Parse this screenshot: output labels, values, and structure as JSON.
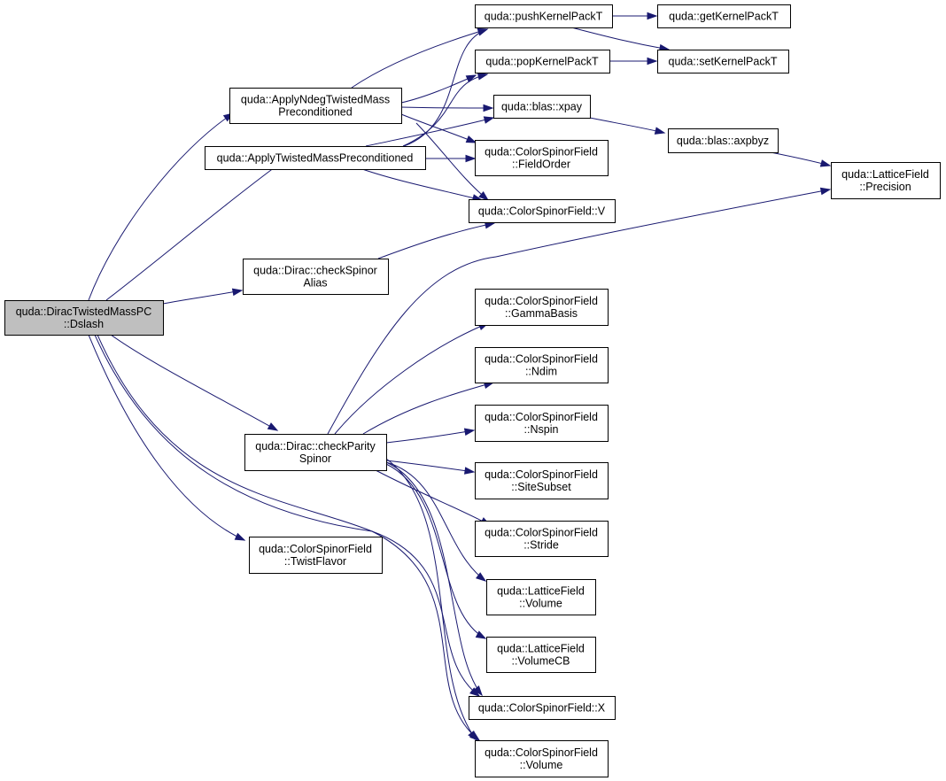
{
  "root": "dslash",
  "nodes": {
    "dslash": [
      "quda::DiracTwistedMassPC",
      "::Dslash"
    ],
    "ndeg": [
      "quda::ApplyNdegTwistedMass",
      "Preconditioned"
    ],
    "tmpc": [
      "quda::ApplyTwistedMassPreconditioned"
    ],
    "alias": [
      "quda::Dirac::checkSpinor",
      "Alias"
    ],
    "parity": [
      "quda::Dirac::checkParity",
      "Spinor"
    ],
    "twist": [
      "quda::ColorSpinorField",
      "::TwistFlavor"
    ],
    "push": [
      "quda::pushKernelPackT"
    ],
    "pop": [
      "quda::popKernelPackT"
    ],
    "xpay": [
      "quda::blas::xpay"
    ],
    "fieldorder": [
      "quda::ColorSpinorField",
      "::FieldOrder"
    ],
    "csfV": [
      "quda::ColorSpinorField::V"
    ],
    "gamma": [
      "quda::ColorSpinorField",
      "::GammaBasis"
    ],
    "ndim": [
      "quda::ColorSpinorField",
      "::Ndim"
    ],
    "nspin": [
      "quda::ColorSpinorField",
      "::Nspin"
    ],
    "sitesubset": [
      "quda::ColorSpinorField",
      "::SiteSubset"
    ],
    "stride": [
      "quda::ColorSpinorField",
      "::Stride"
    ],
    "lfvol": [
      "quda::LatticeField",
      "::Volume"
    ],
    "lfvolcb": [
      "quda::LatticeField",
      "::VolumeCB"
    ],
    "csfX": [
      "quda::ColorSpinorField::X"
    ],
    "csfvol": [
      "quda::ColorSpinorField",
      "::Volume"
    ],
    "getkp": [
      "quda::getKernelPackT"
    ],
    "setkp": [
      "quda::setKernelPackT"
    ],
    "axpbyz": [
      "quda::blas::axpbyz"
    ],
    "precision": [
      "quda::LatticeField",
      "::Precision"
    ]
  },
  "edges": [
    [
      "dslash",
      "ndeg"
    ],
    [
      "dslash",
      "tmpc"
    ],
    [
      "dslash",
      "alias"
    ],
    [
      "dslash",
      "parity"
    ],
    [
      "dslash",
      "twist"
    ],
    [
      "dslash",
      "csfX"
    ],
    [
      "dslash",
      "csfvol"
    ],
    [
      "ndeg",
      "push"
    ],
    [
      "ndeg",
      "pop"
    ],
    [
      "ndeg",
      "xpay"
    ],
    [
      "ndeg",
      "fieldorder"
    ],
    [
      "ndeg",
      "csfV"
    ],
    [
      "tmpc",
      "push"
    ],
    [
      "tmpc",
      "pop"
    ],
    [
      "tmpc",
      "xpay"
    ],
    [
      "tmpc",
      "fieldorder"
    ],
    [
      "tmpc",
      "csfV"
    ],
    [
      "alias",
      "csfV"
    ],
    [
      "parity",
      "precision"
    ],
    [
      "parity",
      "gamma"
    ],
    [
      "parity",
      "ndim"
    ],
    [
      "parity",
      "nspin"
    ],
    [
      "parity",
      "sitesubset"
    ],
    [
      "parity",
      "stride"
    ],
    [
      "parity",
      "lfvol"
    ],
    [
      "parity",
      "lfvolcb"
    ],
    [
      "parity",
      "csfX"
    ],
    [
      "parity",
      "csfvol"
    ],
    [
      "push",
      "getkp"
    ],
    [
      "push",
      "setkp"
    ],
    [
      "pop",
      "setkp"
    ],
    [
      "xpay",
      "axpbyz"
    ],
    [
      "axpbyz",
      "precision"
    ]
  ],
  "colors": {
    "edge": "#191970",
    "root_fill": "#bfbfbf",
    "node_fill": "#ffffff",
    "border": "#000000"
  }
}
